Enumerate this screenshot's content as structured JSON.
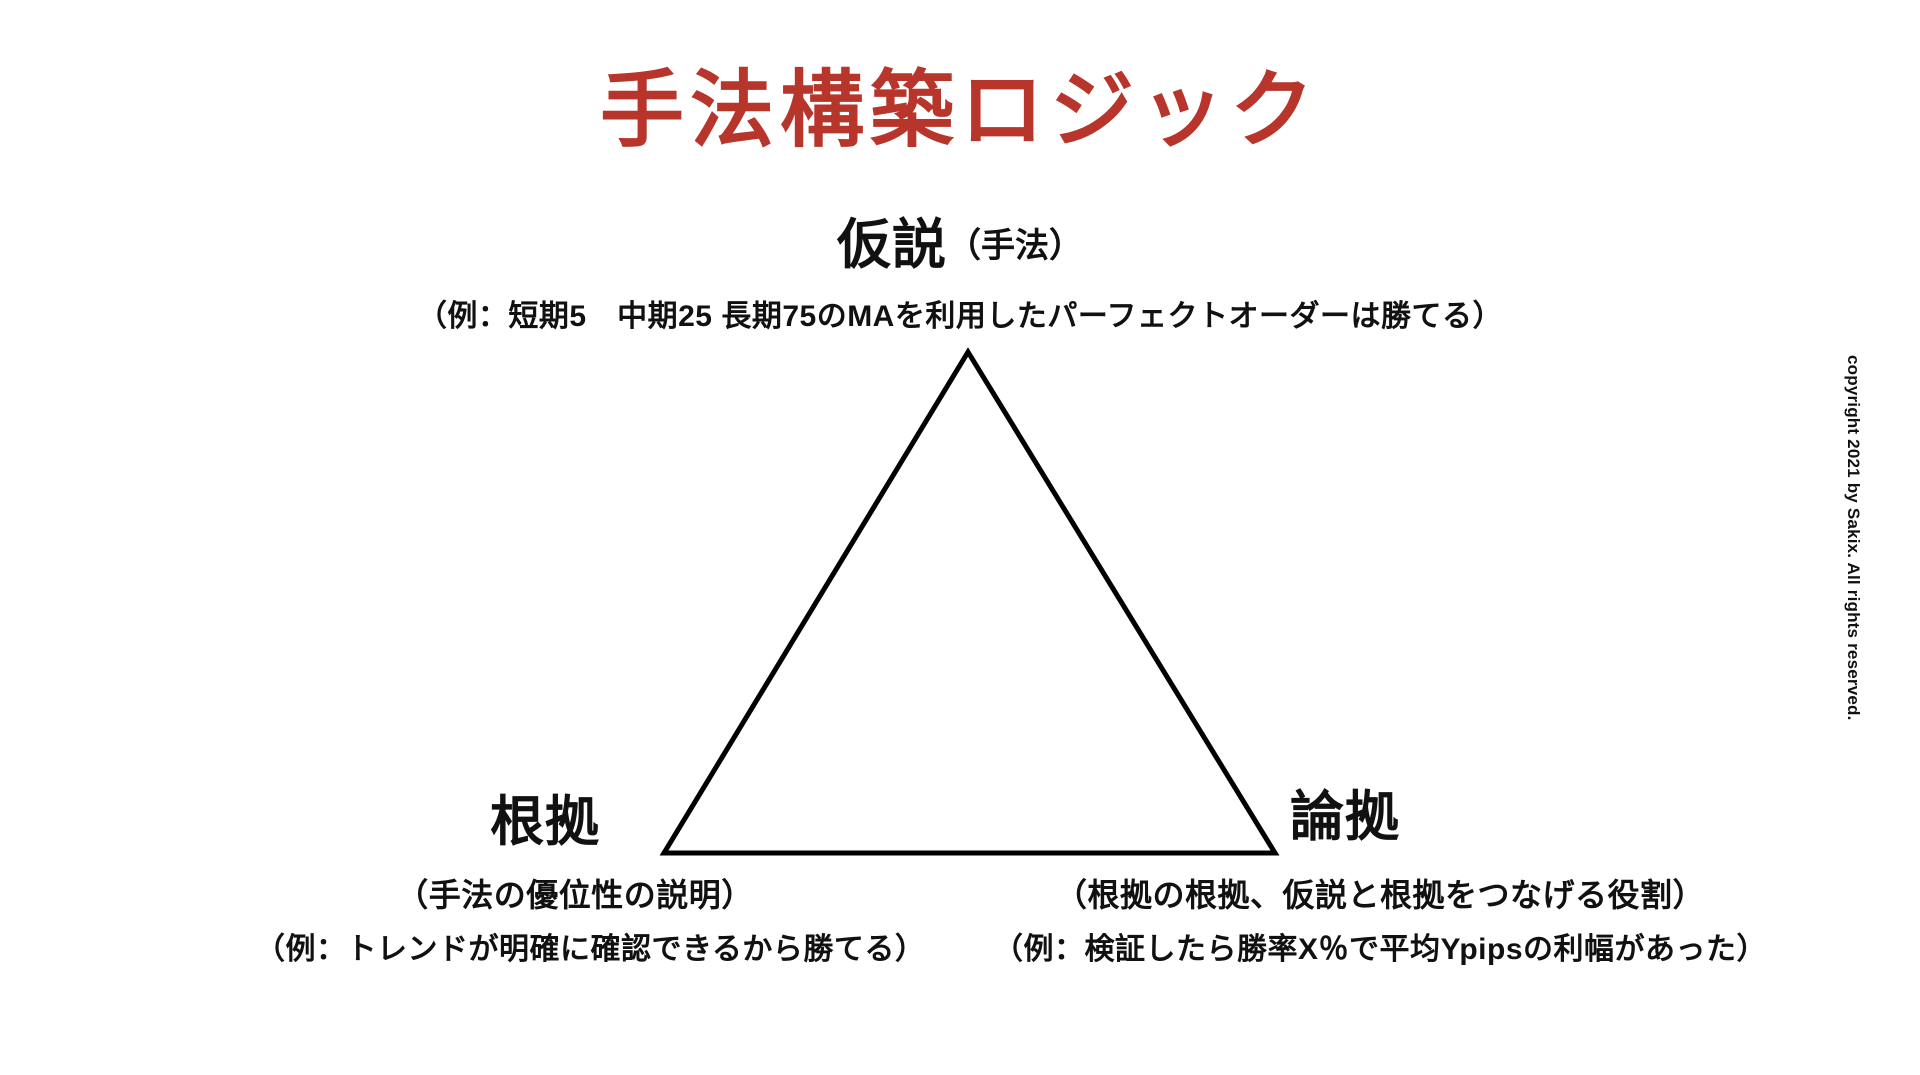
{
  "slide": {
    "title": "手法構築ロジック",
    "title_color": "#b7352a",
    "background_color": "#ffffff",
    "text_color": "#111111"
  },
  "diagram": {
    "type": "triangle",
    "shape_color": "#000000",
    "stroke_width": 5,
    "apex": {
      "label_main": "仮説",
      "label_sub": "（手法）",
      "example": "（例：短期5　中期25 長期75のMAを利用したパーフェクトオーダーは勝てる）"
    },
    "bottom_left": {
      "label": "根拠",
      "description": "（手法の優位性の説明）",
      "example": "（例：トレンドが明確に確認できるから勝てる）"
    },
    "bottom_right": {
      "label": "論拠",
      "description": "（根拠の根拠、仮説と根拠をつなげる役割）",
      "example": "（例：検証したら勝率X％で平均Ypipsの利幅があった）"
    }
  },
  "footer": {
    "copyright": "copyright 2021 by Sakix. All rights reserved."
  }
}
